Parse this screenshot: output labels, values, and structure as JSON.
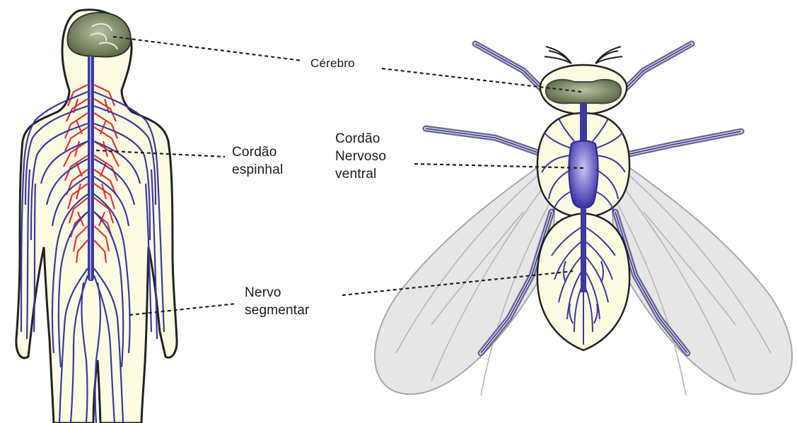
{
  "labels": {
    "brain": "Cérebro",
    "spinal_cord": "Cordão\nespinhal",
    "ventral_nerve_cord": "Cordão\nNervoso\nventral",
    "segmental_nerve": "Nervo\nsegmentar"
  },
  "colors": {
    "nerve": "#3a3aa0",
    "spinal_branch": "#e03535",
    "skin": "#fdfbe2",
    "brain": "#6f7f5a",
    "ventral_cord": "#4a3fb0",
    "wing": "#e2e2e2",
    "outline": "#222222"
  }
}
